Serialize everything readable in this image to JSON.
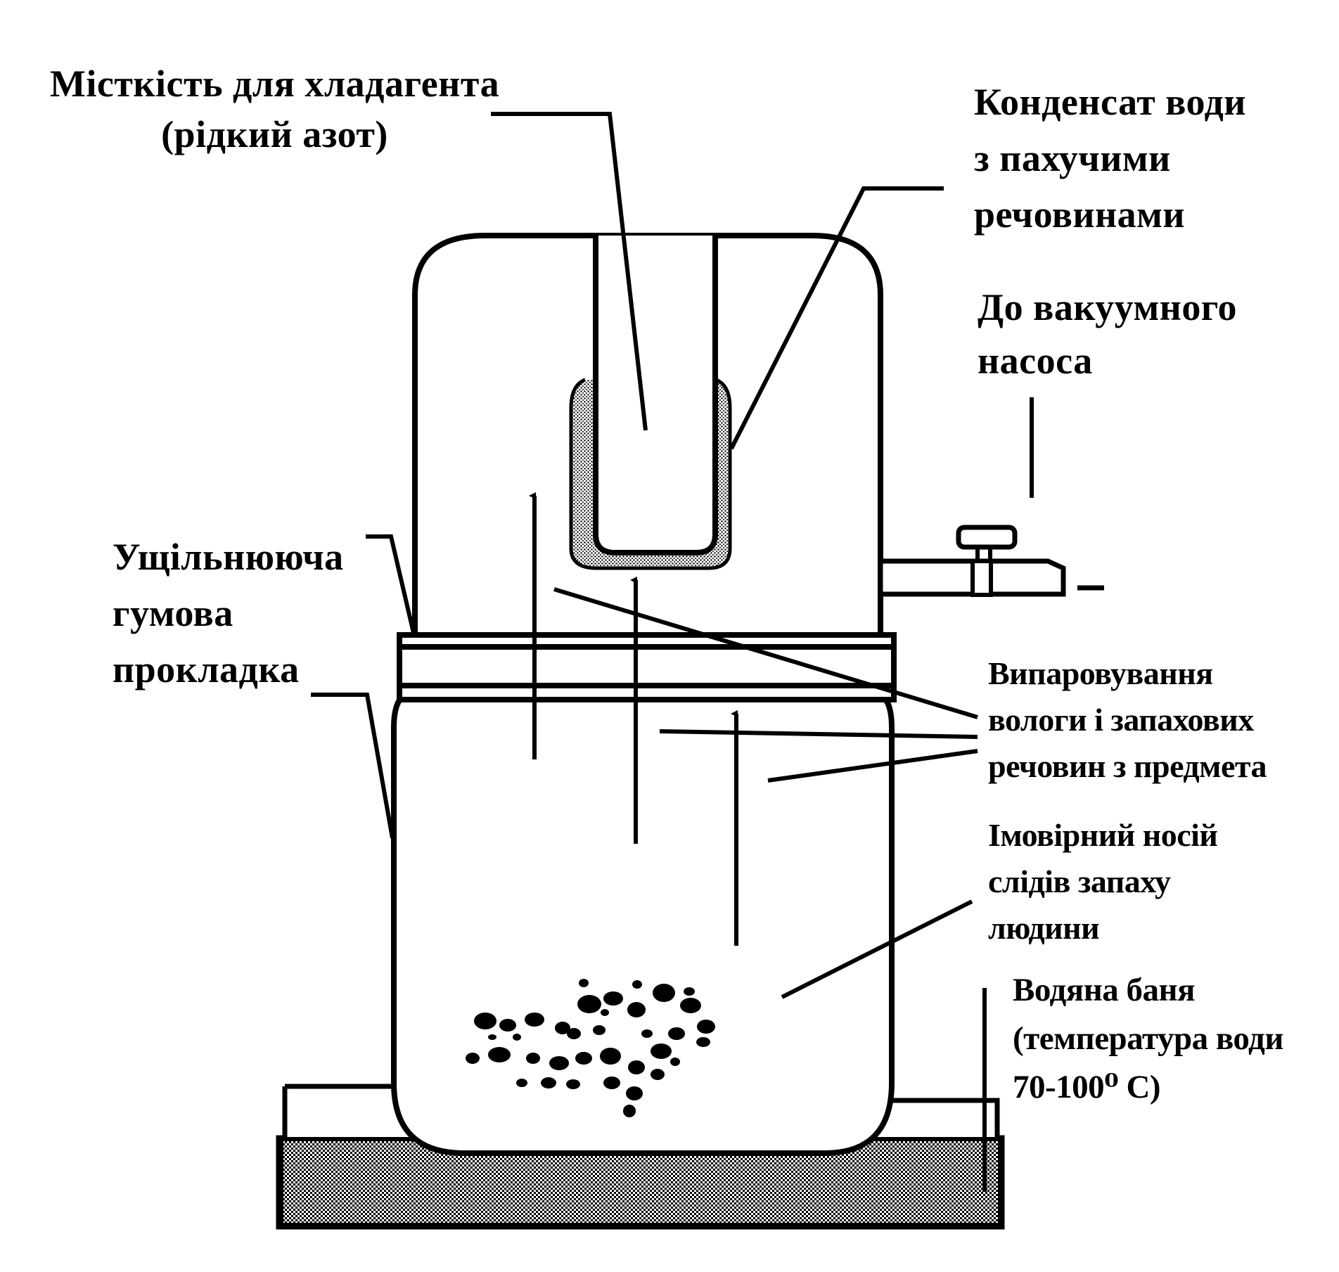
{
  "labels": {
    "refrigerant": [
      "Місткість для хладагента",
      "(рідкий азот)"
    ],
    "condensate": [
      "Конденсат води",
      "з пахучими",
      "речовинами"
    ],
    "vacuum": [
      "До вакуумного",
      "насоса"
    ],
    "gasket": [
      "Ущільнююча",
      "гумова",
      "прокладка"
    ],
    "evaporation": [
      "Випаровування",
      "вологи і запахових",
      "речовин з предмета"
    ],
    "carrier": [
      "Імовірний носій",
      "слідів запаху",
      "людини"
    ],
    "water_bath": [
      "Водяна баня",
      "(температура води",
      "70-100⁰ С)"
    ]
  },
  "colors": {
    "ink": "#000000",
    "background": "#ffffff"
  }
}
